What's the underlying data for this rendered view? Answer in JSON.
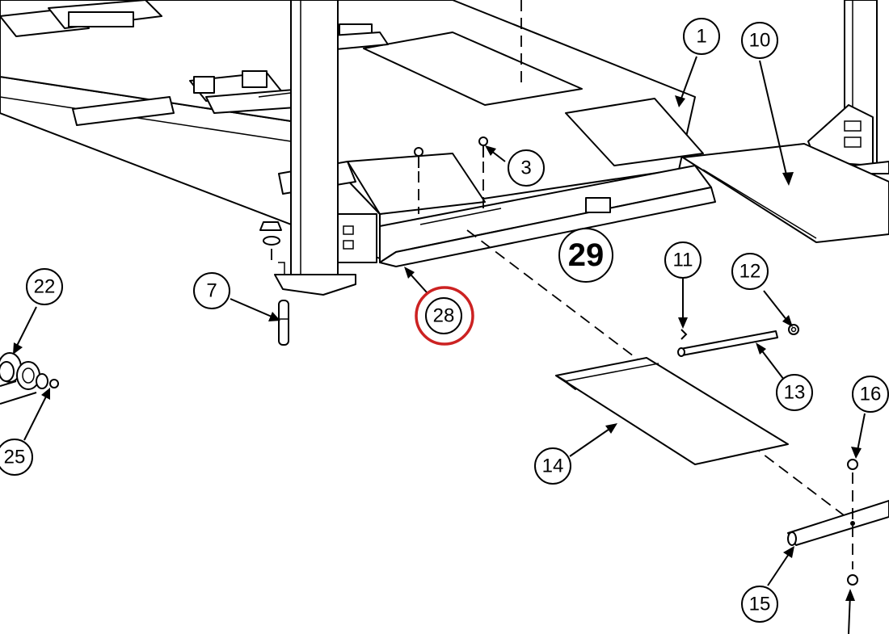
{
  "callouts": [
    {
      "id": "c1",
      "label": "1"
    },
    {
      "id": "c3",
      "label": "3"
    },
    {
      "id": "c7",
      "label": "7"
    },
    {
      "id": "c10",
      "label": "10"
    },
    {
      "id": "c11",
      "label": "11"
    },
    {
      "id": "c12",
      "label": "12"
    },
    {
      "id": "c13",
      "label": "13"
    },
    {
      "id": "c14",
      "label": "14"
    },
    {
      "id": "c15",
      "label": "15"
    },
    {
      "id": "c16",
      "label": "16"
    },
    {
      "id": "c22",
      "label": "22"
    },
    {
      "id": "c25",
      "label": "25"
    },
    {
      "id": "c28",
      "label": "28"
    },
    {
      "id": "c29",
      "label": "29"
    }
  ],
  "highlight": {
    "target": "28",
    "color": "#cc2222"
  }
}
